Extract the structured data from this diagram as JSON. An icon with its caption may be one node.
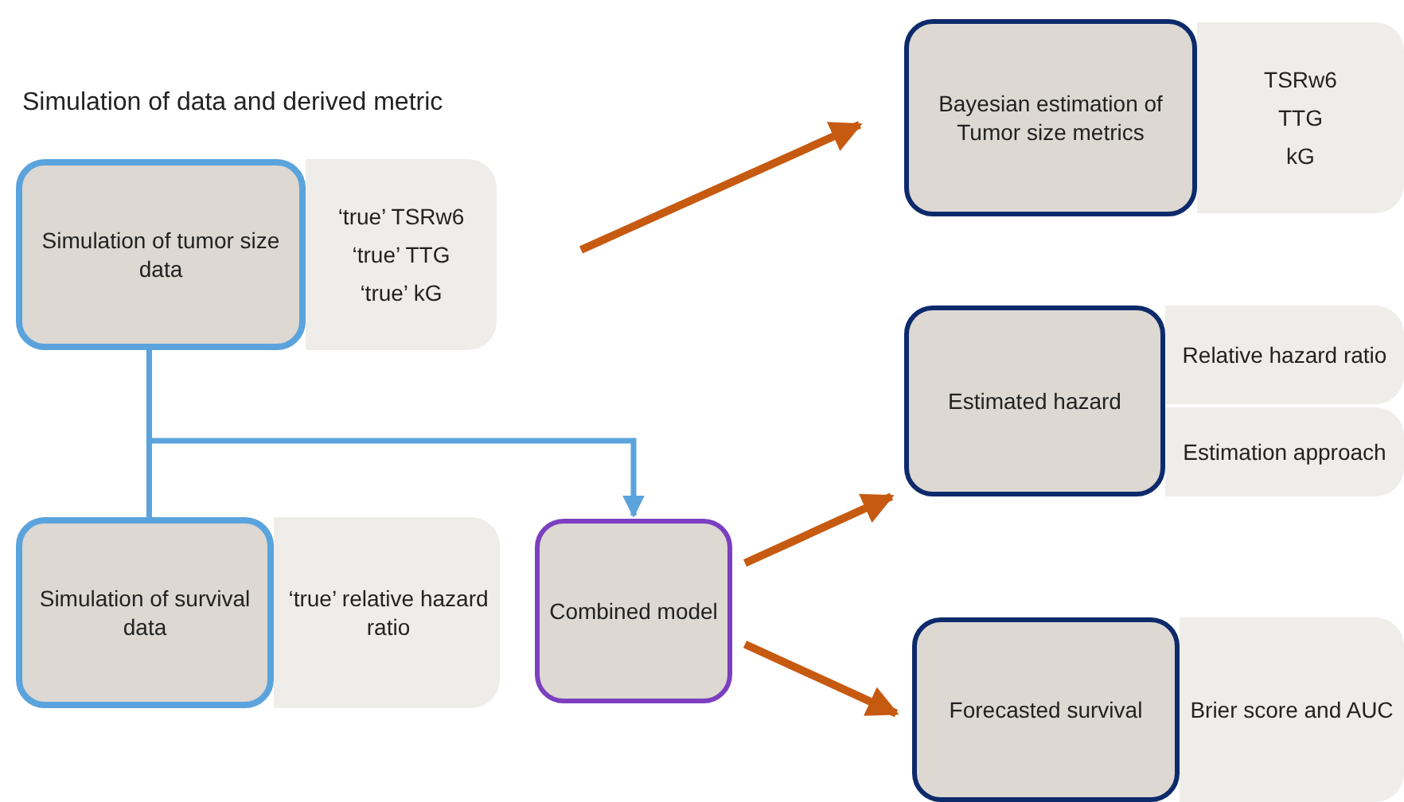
{
  "diagram": {
    "title": "Simulation of data and derived metric",
    "nodes": [
      {
        "text": [
          "Simulation of tumor size data"
        ]
      },
      {
        "text": [
          "‘true’ TSRw6",
          "‘true’ TTG",
          "‘true’ kG"
        ]
      },
      {
        "text": [
          "Simulation of survival data"
        ]
      },
      {
        "text": [
          "‘true’ relative hazard ratio"
        ]
      },
      {
        "text": [
          "Combined model"
        ]
      },
      {
        "text": [
          "Bayesian estimation of Tumor size metrics"
        ]
      },
      {
        "text": [
          "TSRw6",
          "TTG",
          "kG"
        ]
      },
      {
        "text": [
          "Estimated hazard"
        ]
      },
      {
        "text": [
          "Relative hazard ratio"
        ]
      },
      {
        "text": [
          "Estimation approach"
        ]
      },
      {
        "text": [
          "Forecasted survival"
        ]
      },
      {
        "text": [
          "Brier score and AUC"
        ]
      }
    ],
    "edges": [
      {
        "from": 0,
        "to": 2,
        "arrow": "none",
        "color": "#5ba3dc"
      },
      {
        "from": 0,
        "to": 4,
        "arrow": "to",
        "color": "#5ba3dc"
      },
      {
        "from": null,
        "to": 5,
        "arrow": "to"
      },
      {
        "from": 4,
        "to": 7,
        "arrow": "to"
      },
      {
        "from": 4,
        "to": 10,
        "arrow": "to"
      }
    ]
  }
}
